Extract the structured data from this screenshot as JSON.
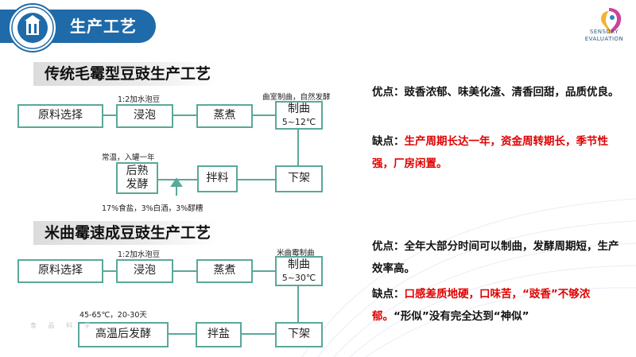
{
  "header": {
    "title": "生产工艺",
    "brand_line1": "SENSORY",
    "brand_line2": "EVALUATION"
  },
  "section1": {
    "title": "传统毛霉型豆豉生产工艺",
    "boxes": {
      "raw": "原料选择",
      "soak": "浸泡",
      "steam": "蒸煮",
      "koji_name": "制曲",
      "koji_temp": "5~12℃",
      "unload": "下架",
      "mix": "拌料",
      "ferment_1": "后熟",
      "ferment_2": "发酵"
    },
    "labels": {
      "soak_ratio": "1:2加水泡豆",
      "koji_method": "曲室制曲，自然发酵",
      "storage": "常温，入罐一年",
      "ingredients": "17%食盐，3%白酒，3%醪糟"
    },
    "pros_label": "优点：",
    "pros_text": "豉香浓郁、味美化渣、清香回甜，品质优良。",
    "cons_label": "缺点：",
    "cons_text": "生产周期长达一年，资金周转期长，季节性强，厂房闲置。"
  },
  "section2": {
    "title": "米曲霉速成豆豉生产工艺",
    "boxes": {
      "raw": "原料选择",
      "soak": "浸泡",
      "steam": "蒸煮",
      "koji_name": "制曲",
      "koji_temp": "5~30℃",
      "unload": "下架",
      "salt": "拌盐",
      "ferment": "高温后发酵"
    },
    "labels": {
      "soak_ratio": "1:2加水泡豆",
      "koji_method": "米曲霉制曲",
      "temp_time": "45-65℃，20-30天"
    },
    "pros_label": "优点：",
    "pros_text": "全年大部分时间可以制曲，发酵周期短，生产效率高。",
    "cons_label": "缺点：",
    "cons_text_red": "口感差质地硬，口味苦，“豉香”不够浓郁。",
    "cons_text_black": "“形似”没有完全达到“神似”"
  },
  "watermark": "食 品 科 学"
}
